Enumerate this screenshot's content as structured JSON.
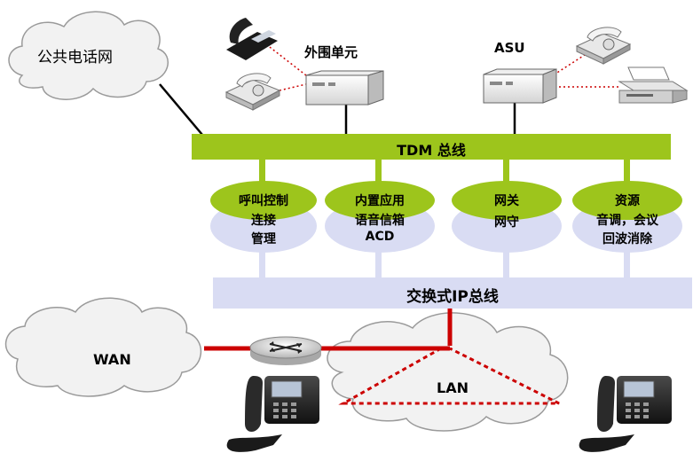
{
  "pstn_label": "公共电话网",
  "peripheral_unit_label": "外围单元",
  "asu_label": "ASU",
  "tdm_bus_label": "TDM 总线",
  "ip_bus_label": "交换式IP总线",
  "wan_label": "WAN",
  "lan_label": "LAN",
  "modules": [
    {
      "top": "呼叫控制",
      "bottom_1": "连接",
      "bottom_2": "管理"
    },
    {
      "top": "内置应用",
      "bottom_1": "语音信箱",
      "bottom_2": "ACD"
    },
    {
      "top": "网关",
      "bottom_1": "网守",
      "bottom_2": ""
    },
    {
      "top": "资源",
      "bottom_1": "音调，会议",
      "bottom_2": "回波消除"
    }
  ],
  "colors": {
    "tdm_bus": "#9dc51c",
    "ip_bus": "#d9dcf3",
    "module_top": "#9dc51c",
    "module_bottom": "#d9dcf3",
    "link_red": "#cc0000",
    "cloud_fill": "#f2f2f2",
    "cloud_stroke": "#9a9a9a"
  },
  "icons": {
    "phone": "desk-phone-icon",
    "ip_phone": "ip-phone-icon",
    "router": "router-icon",
    "fax": "fax-icon",
    "server": "server-box-icon"
  }
}
